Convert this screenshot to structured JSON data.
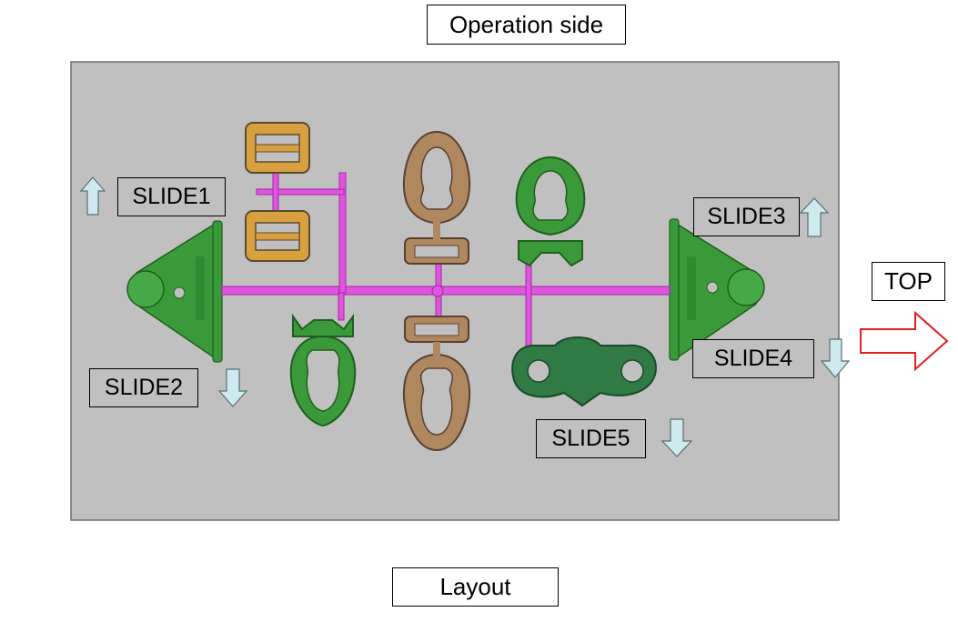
{
  "header_label": "Operation side",
  "footer_label": "Layout",
  "top_label": "TOP",
  "slides": {
    "s1": "SLIDE1",
    "s2": "SLIDE2",
    "s3": "SLIDE3",
    "s4": "SLIDE4",
    "s5": "SLIDE5"
  },
  "colors": {
    "plate": "#c0c0c0",
    "runner": "#e154e1",
    "green_part": "#3a9a3a",
    "brown_part": "#b08860",
    "gold_part": "#d9a040",
    "dark_green_part": "#2f7a45",
    "slide_arrow_fill": "#cfeaee",
    "top_arrow": "#e02020"
  },
  "icons": {
    "slide_up": "arrow-up-icon",
    "slide_down": "arrow-down-icon",
    "top": "arrow-right-outline-icon"
  }
}
